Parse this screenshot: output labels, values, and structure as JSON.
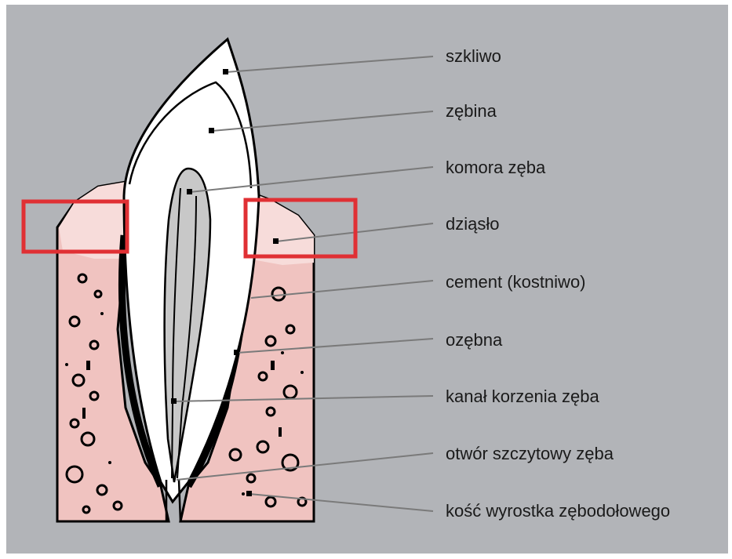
{
  "labels": [
    {
      "id": "enamel",
      "text": "szkliwo"
    },
    {
      "id": "dentin",
      "text": "zębina"
    },
    {
      "id": "pulp-chamber",
      "text": "komora zęba"
    },
    {
      "id": "gum",
      "text": "dziąsło"
    },
    {
      "id": "cementum",
      "text": "cement (kostniwo)"
    },
    {
      "id": "periodontium",
      "text": "ozębna"
    },
    {
      "id": "root-canal",
      "text": "kanał korzenia zęba"
    },
    {
      "id": "apical-foramen",
      "text": "otwór szczytowy zęba"
    },
    {
      "id": "alveolar-bone",
      "text": "kość wyrostka zębodołowego"
    }
  ],
  "colors": {
    "background": "#b2b4b8",
    "bone": "#f0c3c0",
    "gum": "#f5d6d4",
    "tooth": "#ffffff",
    "outline": "#000000",
    "pulp": "#c8c8c8",
    "highlight": "#e03034",
    "leader": "#7a7a7a"
  }
}
